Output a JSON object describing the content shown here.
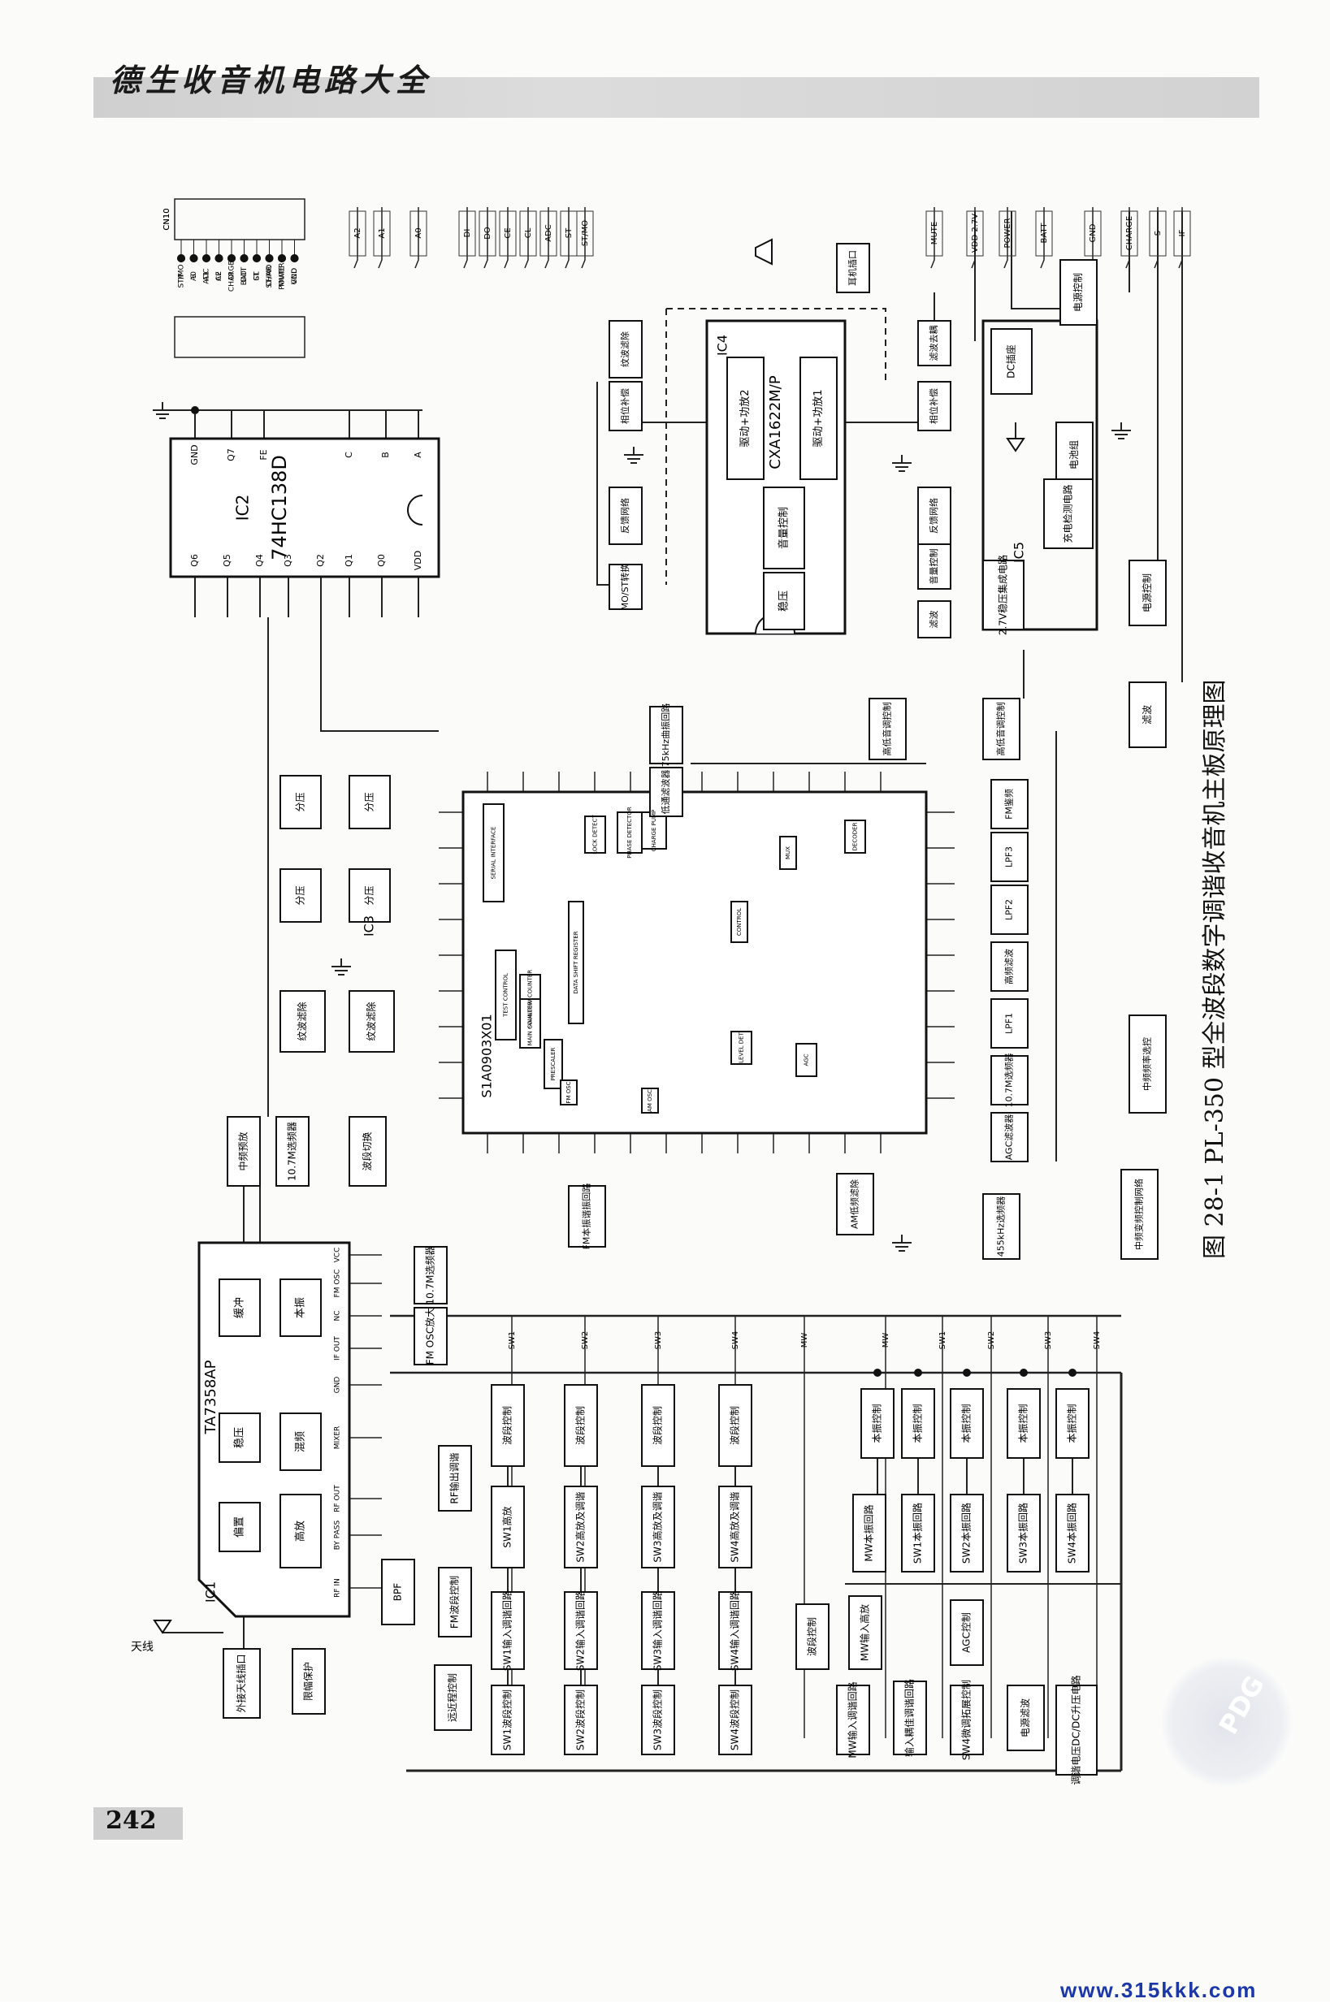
{
  "header": {
    "title": "德生收音机电路大全"
  },
  "page_number": "242",
  "watermark": "www.315kkk.com",
  "pdg_mark": "PDG",
  "figure_caption": "图 28-1  PL-350 型全波段数字调谐收音机主板原理图",
  "chips": {
    "ic2": {
      "ref": "IC2",
      "part": "74HC138D",
      "top_pins": [
        "GND",
        "Q7",
        "FE",
        "C",
        "B",
        "A"
      ],
      "bottom_pins": [
        "Q6",
        "Q5",
        "Q4",
        "Q3",
        "Q2",
        "Q1",
        "Q0",
        "VDD"
      ]
    },
    "ic3": {
      "ref": "IC3",
      "part": "S1A0903X01"
    },
    "ic4": {
      "ref": "IC4",
      "part": "CXA1622M/P",
      "blocks": [
        "驱动+功放2",
        "驱动+功放1",
        "音量控制",
        "稳压"
      ]
    },
    "ic5": {
      "ref": "IC5",
      "blocks": [
        "2.7V稳压集成电路"
      ]
    },
    "ic1": {
      "ref": "IC1",
      "part": "TA7358AP",
      "blocks": [
        "缓冲",
        "本振",
        "稳压",
        "混频",
        "偏置",
        "高放"
      ],
      "pins": [
        "RF IN",
        "BY PASS",
        "RF OUT",
        "MIXER",
        "GND",
        "IF OUT",
        "NC",
        "FM OSC",
        "VCC"
      ]
    }
  },
  "connectors": {
    "cn10a": {
      "ref": "CN10",
      "pins": [
        "IF",
        "S",
        "ADC",
        "CE",
        "DI",
        "DO",
        "CL",
        "ST/MO",
        "MUTE",
        "VDD"
      ]
    },
    "cn10b": {
      "ref": "CN10",
      "pins": [
        "ST/MO",
        "A0",
        "A1",
        "A2",
        "CHARGE",
        "BATT",
        "ST",
        "CHAR",
        "POWER",
        "GND"
      ]
    }
  },
  "top_signals": [
    "A2",
    "A1",
    "A0",
    "DI",
    "DO",
    "CE",
    "CL",
    "ADC",
    "ST",
    "ST/MO",
    "MUTE",
    "VDD 2.7V",
    "POWER",
    "BATT",
    "GND",
    "CHARGE",
    "S",
    "IF"
  ],
  "blocks": {
    "ic4_area": [
      "纹波滤除",
      "相位补偿",
      "反馈网络",
      "MO/ST转换",
      "耳机插口",
      "滤波去耦",
      "相位补偿",
      "反馈网络",
      "音量控制",
      "滤波"
    ],
    "power_area": [
      "电源控制",
      "DC插座",
      "电池组",
      "充电检测电路",
      "电源控制",
      "滤波"
    ],
    "ic3_area": [
      "75kHz曲振回路",
      "低通滤波器",
      "高低音调控制",
      "高低音调控制",
      "FM鉴频",
      "LPF3",
      "LPF2",
      "高频滤波",
      "LPF1",
      "10.7M选频器",
      "AGC滤波器",
      "中频频率选控",
      "AM低频滤除",
      "455kHz选频器",
      "中频变频控制网络",
      "FM本振谐振回路"
    ],
    "left_chain": [
      "分压",
      "分压",
      "分压",
      "分压",
      "纹波滤除",
      "纹波滤除",
      "中频预放",
      "10.7M选频器",
      "波段切换",
      "10.7M选频器",
      "FM OSC放大",
      "RF输出调谐",
      "BPF",
      "FM波段控制",
      "远近程控制",
      "外接天线插口",
      "限幅保护"
    ],
    "sw_rows": [
      "波段控制",
      "波段控制",
      "波段控制",
      "波段控制",
      "SW1高放",
      "SW2高放及调谐",
      "SW3高放及调谐",
      "SW4高放及调谐",
      "SW1输入调谐回路",
      "SW2输入调谐回路",
      "SW3输入调谐回路",
      "SW4输入调谐回路",
      "SW1波段控制",
      "SW2波段控制",
      "SW3波段控制",
      "SW4波段控制"
    ],
    "mw_area": [
      "波段控制",
      "MW输入高放",
      "MW输入调谐回路",
      "输入耦佳调谐回路",
      "AGC控制",
      "SW4微调拓展控制",
      "电源滤波"
    ],
    "osc_area": [
      "本振控制",
      "本振控制",
      "本振控制",
      "本振控制",
      "本振控制",
      "MW本振回路",
      "SW1本振回路",
      "SW2本振回路",
      "SW3本振回路",
      "SW4本振回路",
      "调谐电压DC/DC升压电路"
    ]
  },
  "bus_labels": [
    "SW1",
    "SW2",
    "SW3",
    "SW4",
    "MW",
    "MW",
    "SW1",
    "SW2",
    "SW3",
    "SW4"
  ],
  "antenna": "天线",
  "ic3_internal": [
    "TEST CONTROL",
    "SERIAL INTERFACE",
    "DATA SHIFT REGISTER",
    "PRESCALER",
    "SWALLOW COUNTER",
    "MAIN COUNTER",
    "PHASE DETECTOR",
    "LOCK DETECT",
    "CHARGE PUMP",
    "CONTROL",
    "DECODER",
    "MUX",
    "LEVEL DET",
    "AGC",
    "FM OSC",
    "AM OSC"
  ]
}
